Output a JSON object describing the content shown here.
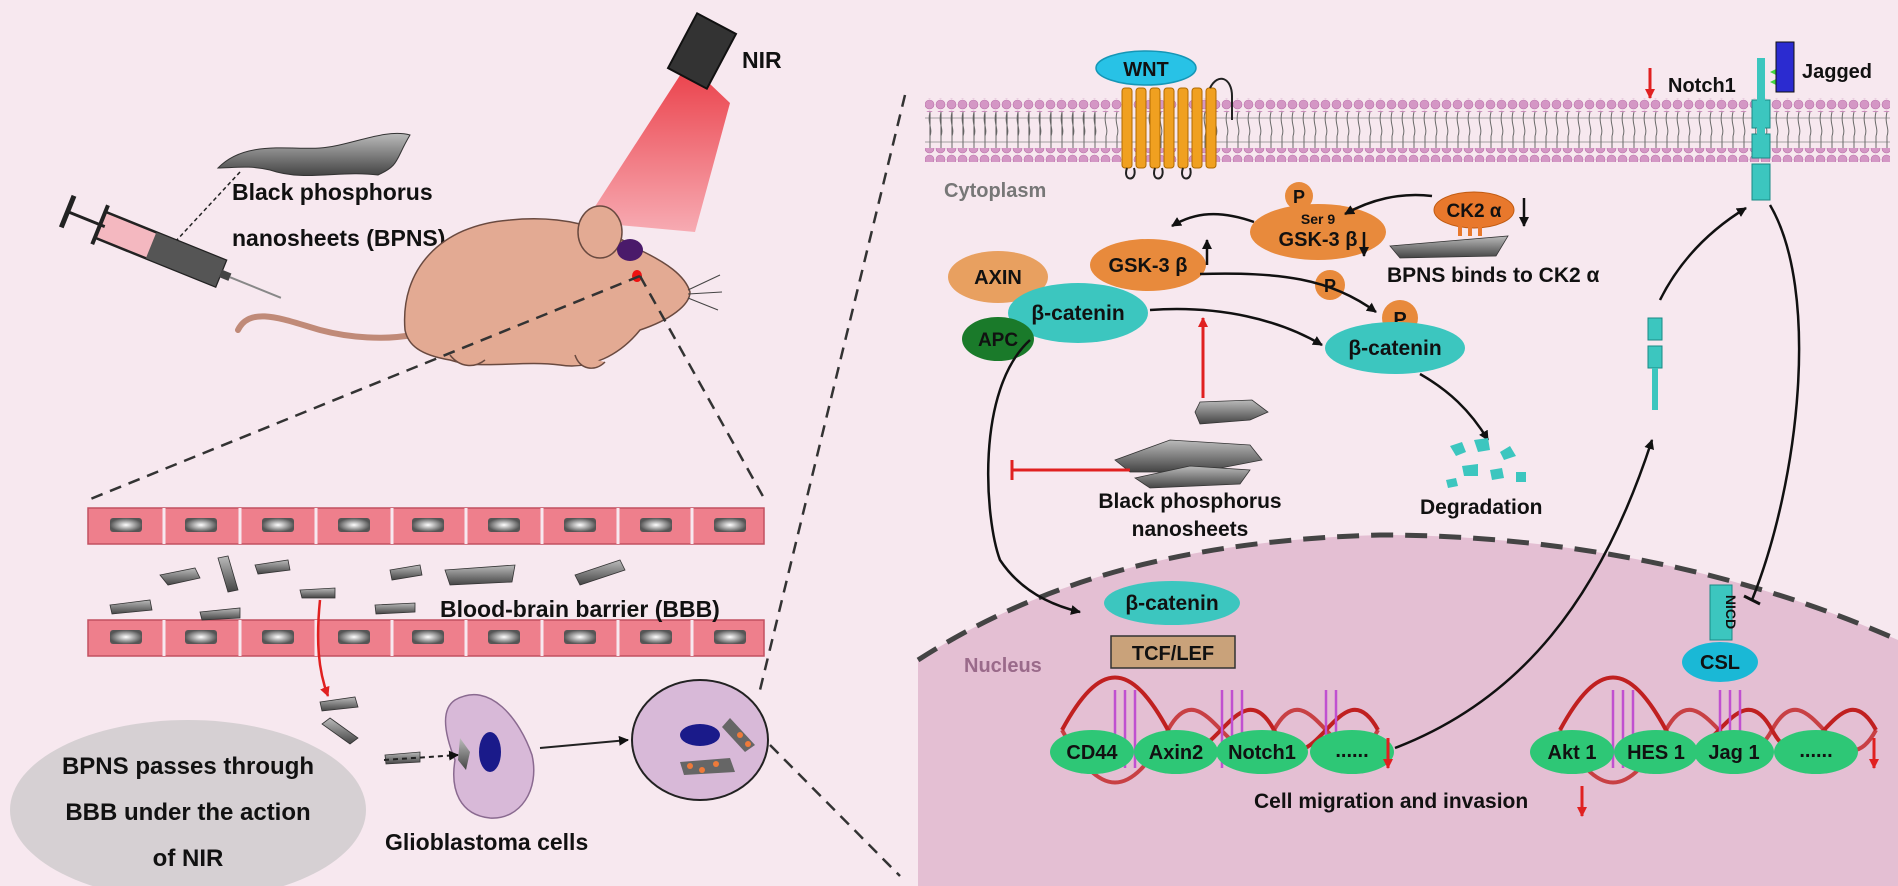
{
  "left_panel": {
    "nir_label": "NIR",
    "bpns_label_line1": "Black phosphorus",
    "bpns_label_line2": "nanosheets (BPNS)",
    "bbb_label": "Blood-brain barrier (BBB)",
    "passes_line1": "BPNS passes through",
    "passes_line2": "BBB under the action",
    "passes_line3": "of NIR",
    "glioblastoma_label": "Glioblastoma cells"
  },
  "right_panel": {
    "wnt": "WNT",
    "notch1_top": "Notch1",
    "jagged": "Jagged",
    "cytoplasm": "Cytoplasm",
    "p_label": "P",
    "ser9": "Ser 9",
    "gsk_p": "GSK-3 β",
    "ck2a": "CK2 α",
    "bpns_binds": "BPNS binds to CK2 α",
    "axin": "AXIN",
    "apc": "APC",
    "gsk": "GSK-3 β",
    "beta_catenin": "β-catenin",
    "bp_line1": "Black phosphorus",
    "bp_line2": "nanosheets",
    "degradation": "Degradation",
    "nucleus": "Nucleus",
    "nicd": "NICD",
    "csl": "CSL",
    "tcf": "TCF/LEF",
    "wnt_targets": [
      "CD44",
      "Axin2",
      "Notch1",
      "......"
    ],
    "notch_targets": [
      "Akt 1",
      "HES 1",
      "Jag 1",
      "......"
    ],
    "migration": "Cell migration and invasion"
  },
  "colors": {
    "background": "#f7e8ef",
    "nucleus": "#e4bfd3",
    "membrane": "#d497c5",
    "cyan_protein": "#3cc6bf",
    "orange_protein": "#e88a3c",
    "green_gene": "#2ec776",
    "inhibition_red": "#e02020",
    "endothelial": "#ee7f8c"
  }
}
